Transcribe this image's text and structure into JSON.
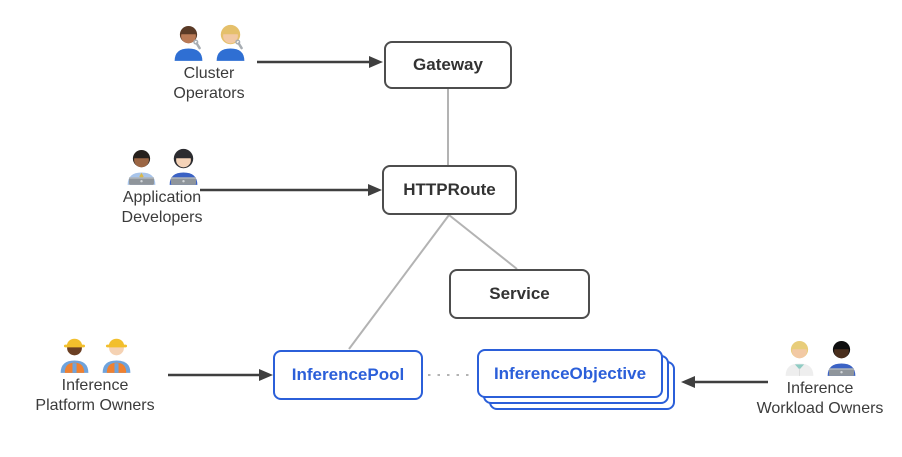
{
  "nodes": {
    "gateway": {
      "label": "Gateway"
    },
    "httproute": {
      "label": "HTTPRoute"
    },
    "service": {
      "label": "Service"
    },
    "inference_pool": {
      "label": "InferencePool"
    },
    "inference_objective": {
      "label": "InferenceObjective"
    }
  },
  "personas": [
    {
      "id": "cluster-operators",
      "line1": "Cluster",
      "line2": "Operators",
      "icons": [
        {
          "name": "man-mechanic-emoji",
          "char": "👨🏽‍🔧"
        },
        {
          "name": "woman-mechanic-emoji",
          "char": "👩🏼‍🔧"
        }
      ]
    },
    {
      "id": "application-developers",
      "line1": "Application",
      "line2": "Developers",
      "icons": [
        {
          "name": "man-technologist-emoji",
          "char": "👨🏾‍💻"
        },
        {
          "name": "woman-technologist-emoji",
          "char": "👩🏻‍💻"
        }
      ]
    },
    {
      "id": "inference-platform-owners",
      "line1": "Inference",
      "line2": "Platform Owners",
      "icons": [
        {
          "name": "woman-construction-worker-emoji",
          "char": "👷🏿‍♀️"
        },
        {
          "name": "man-construction-worker-emoji",
          "char": "👷🏻"
        }
      ]
    },
    {
      "id": "inference-workload-owners",
      "line1": "Inference",
      "line2": "Workload Owners",
      "icons": [
        {
          "name": "health-worker-emoji",
          "char": "🧑🏼‍⚕️"
        },
        {
          "name": "man-technologist-dark-emoji",
          "char": "🧑🏿‍💻"
        }
      ]
    }
  ],
  "colors": {
    "accent_blue": "#2b5fd9",
    "node_border": "#4d4d4d",
    "node_text": "#333333",
    "connector_gray": "#b3b3b3",
    "arrow_dark": "#3f3f3f",
    "label_text": "#3b3b3b",
    "background": "#ffffff"
  }
}
